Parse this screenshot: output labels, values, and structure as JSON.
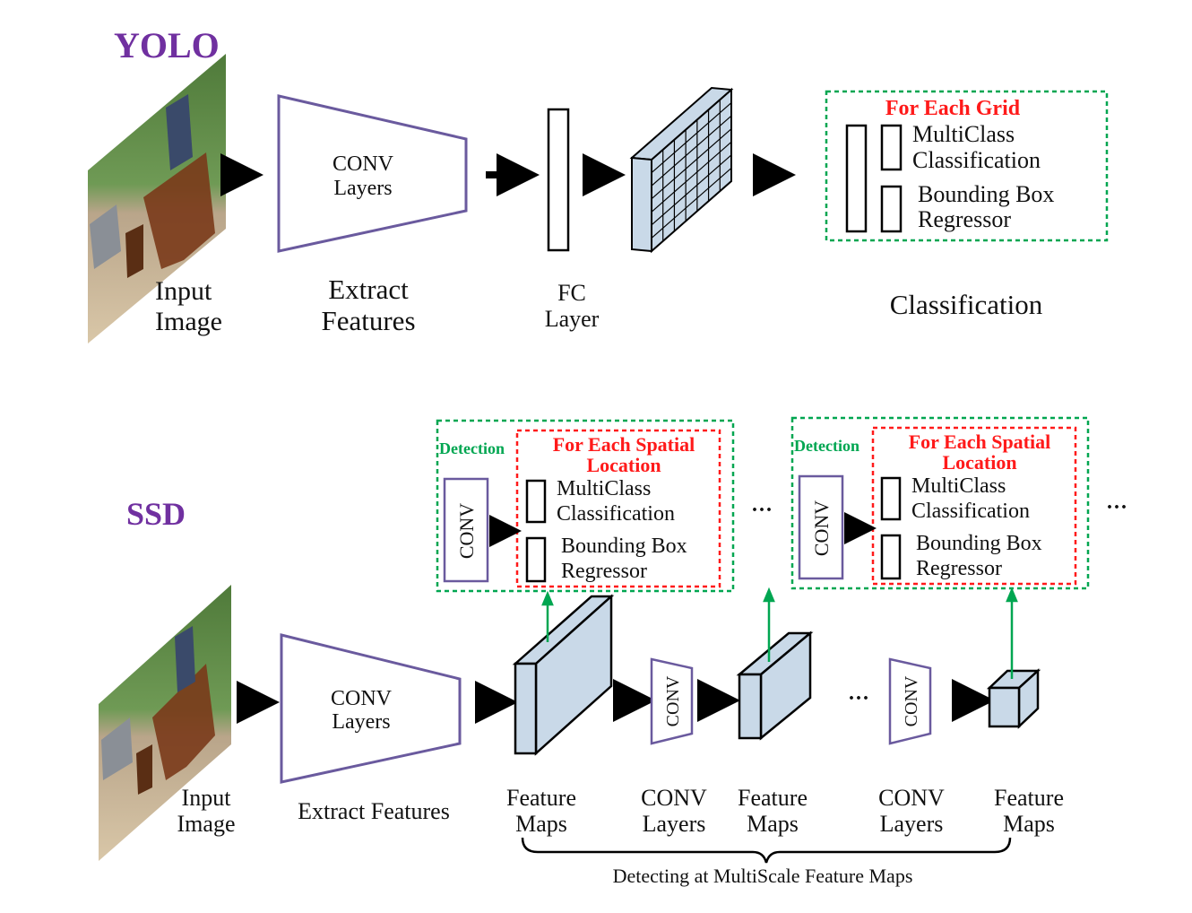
{
  "colors": {
    "title": "#7030a0",
    "trapezoid": "#6a5a9e",
    "fill_blue": "#c9d9e8",
    "green_dash": "#00a651",
    "red_dash": "#ff1a1a",
    "arrow": "#000000",
    "up_arrow": "#00a651"
  },
  "yolo": {
    "title": "YOLO",
    "input_label_1": "Input",
    "input_label_2": "Image",
    "conv_1": "CONV",
    "conv_2": "Layers",
    "extract_1": "Extract",
    "extract_2": "Features",
    "fc_1": "FC",
    "fc_2": "Layer",
    "grid_heading": "For Each Grid",
    "multiclass_1": "MultiClass",
    "multiclass_2": "Classification",
    "bbox_1": "Bounding Box",
    "bbox_2": "Regressor",
    "classification": "Classification"
  },
  "ssd": {
    "title": "SSD",
    "input_label_1": "Input",
    "input_label_2": "Image",
    "conv_1": "CONV",
    "conv_2": "Layers",
    "extract": "Extract Features",
    "detection": "Detection",
    "spatial_1": "For Each Spatial",
    "spatial_2": "Location",
    "conv_small": "CONV",
    "multiclass_1": "MultiClass",
    "multiclass_2": "Classification",
    "bbox_1": "Bounding Box",
    "bbox_2": "Regressor",
    "ellipsis": "···",
    "feature_1": "Feature",
    "feature_2": "Maps",
    "conv_layers_1": "CONV",
    "conv_layers_2": "Layers",
    "brace_caption": "Detecting at MultiScale Feature Maps"
  }
}
